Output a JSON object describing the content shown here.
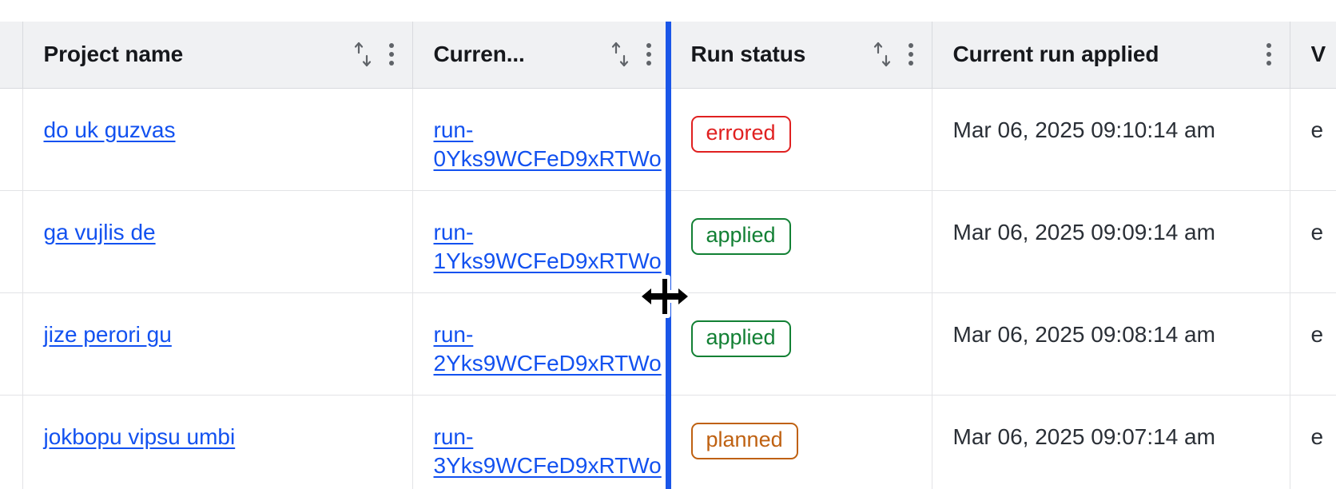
{
  "table": {
    "columns": [
      {
        "key": "select",
        "label": "",
        "has_sort": false,
        "has_menu": false
      },
      {
        "key": "name",
        "label": "Project name",
        "has_sort": true,
        "has_menu": true
      },
      {
        "key": "run",
        "label": "Curren...",
        "has_sort": true,
        "has_menu": true
      },
      {
        "key": "status",
        "label": "Run status",
        "has_sort": true,
        "has_menu": true
      },
      {
        "key": "applied",
        "label": "Current run applied",
        "has_sort": false,
        "has_menu": true
      },
      {
        "key": "last",
        "label": "V",
        "has_sort": false,
        "has_menu": false
      }
    ],
    "rows": [
      {
        "project_name": "do uk guzvas",
        "current_run": "run-0Yks9WCFeD9xRTWo",
        "run_status": "errored",
        "run_status_variant": "errored",
        "current_run_applied": "Mar 06, 2025 09:10:14 am",
        "last_col": "e"
      },
      {
        "project_name": "ga vujlis de",
        "current_run": "run-1Yks9WCFeD9xRTWo",
        "run_status": "applied",
        "run_status_variant": "applied",
        "current_run_applied": "Mar 06, 2025 09:09:14 am",
        "last_col": "e"
      },
      {
        "project_name": "jize perori gu",
        "current_run": "run-2Yks9WCFeD9xRTWo",
        "run_status": "applied",
        "run_status_variant": "applied",
        "current_run_applied": "Mar 06, 2025 09:08:14 am",
        "last_col": "e"
      },
      {
        "project_name": "jokbopu vipsu umbi",
        "current_run": "run-3Yks9WCFeD9xRTWo",
        "run_status": "planned",
        "run_status_variant": "planned",
        "current_run_applied": "Mar 06, 2025 09:07:14 am",
        "last_col": "e"
      }
    ]
  },
  "interaction": {
    "resize_indicator_color": "#1a56e8",
    "cursor": "col-resize",
    "resizing_column": "Curren..."
  },
  "colors": {
    "link": "#1251f0",
    "header_background": "#f0f1f3",
    "border": "#d8dade",
    "row_border": "#e2e3e6",
    "status_errored": "#e02020",
    "status_applied": "#128034",
    "status_planned": "#bf6111",
    "icon": "#5f6368"
  },
  "icons": {
    "sort": "sort-arrows-icon",
    "menu": "kebab-menu-icon",
    "cursor": "col-resize-cursor-icon"
  }
}
